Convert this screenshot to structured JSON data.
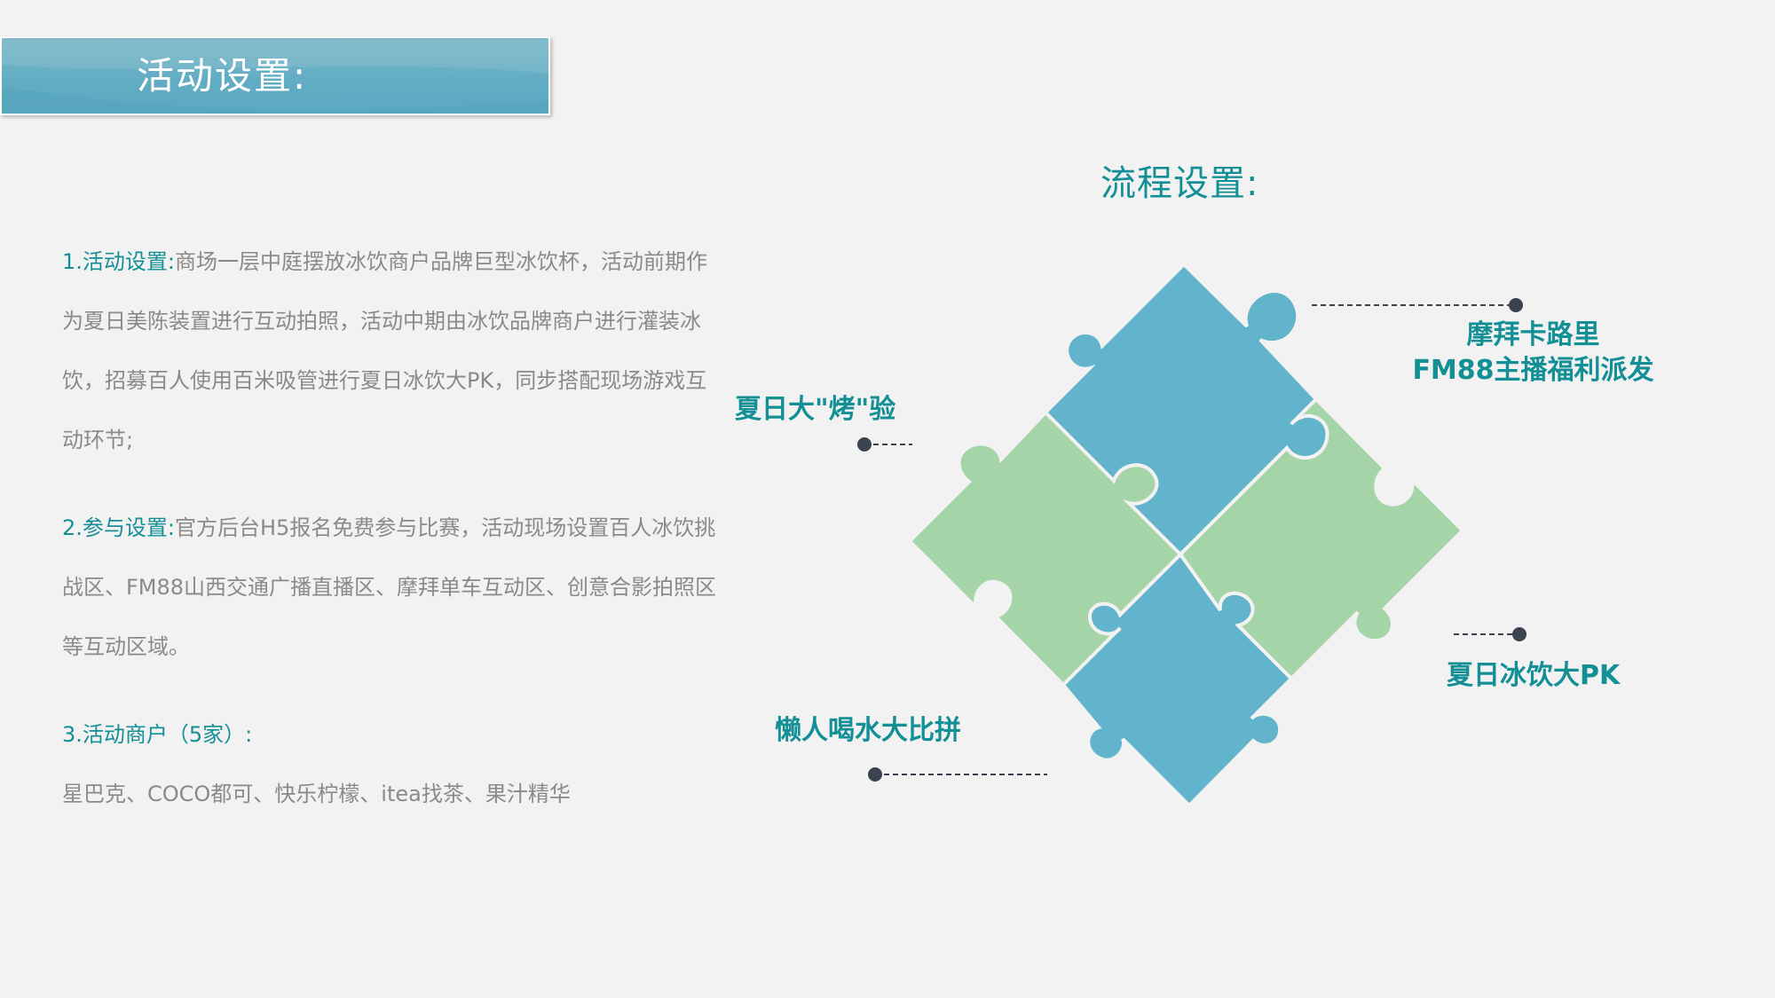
{
  "header": {
    "title": "活动设置:"
  },
  "sections": {
    "activity": {
      "lead": "1.活动设置:",
      "text": "商场一层中庭摆放冰饮商户品牌巨型冰饮杯，活动前期作为夏日美陈装置进行互动拍照，活动中期由冰饮品牌商户进行灌装冰饮，招募百人使用百米吸管进行夏日冰饮大PK，同步搭配现场游戏互动环节;"
    },
    "participation": {
      "lead": "2.参与设置:",
      "text": "官方后台H5报名免费参与比赛，活动现场设置百人冰饮挑战区、FM88山西交通广播直播区、摩拜单车互动区、创意合影拍照区等互动区域。"
    },
    "merchants": {
      "lead": "3.活动商户（5家）:",
      "text": "星巴克、COCO都可、快乐柠檬、itea找茶、果汁精华"
    }
  },
  "process": {
    "title": "流程设置:",
    "items": [
      {
        "line1": "摩拜卡路里",
        "line2": "FM88主播福利派发"
      },
      {
        "label": "夏日大\"烤\"验"
      },
      {
        "label": "夏日冰饮大PK"
      },
      {
        "label": "懒人喝水大比拼"
      }
    ]
  },
  "colors": {
    "accent": "#138f96",
    "puzzle_blue": "#62b4cd",
    "puzzle_green": "#a6d4a9",
    "banner": "#62adc4",
    "body_text": "#8a8a8a",
    "connector": "#3b4350"
  }
}
